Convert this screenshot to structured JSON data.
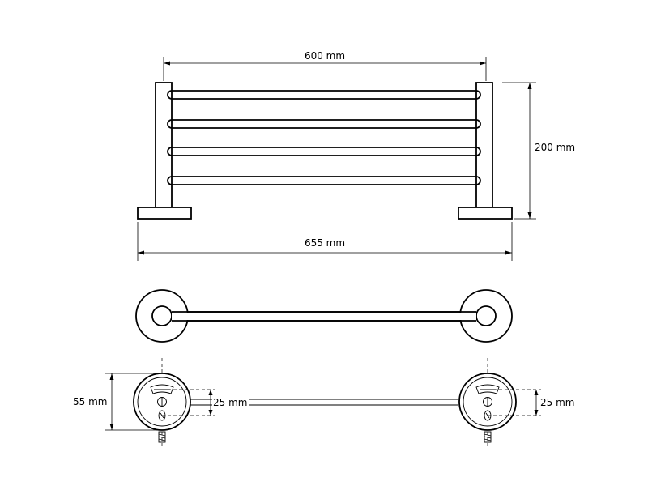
{
  "dimensions": {
    "inner_width": "600 mm",
    "height": "200 mm",
    "overall_width": "655 mm",
    "base_diameter": "55 mm",
    "left_hole_spacing": "25 mm",
    "right_hole_spacing": "25 mm"
  }
}
